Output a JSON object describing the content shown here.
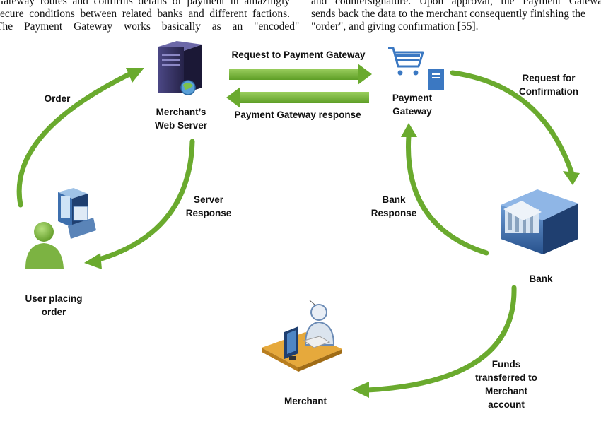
{
  "page_text": {
    "left_column": [
      "Gateway routes and confirms details of payment in amazingly",
      "secure conditions between related banks and different factions.",
      "The Payment Gateway works basically as an \"encoded\""
    ],
    "right_column": [
      "and countersignature. Upon approval, the Payment Gateway",
      "sends back the data to the merchant consequently finishing the",
      "\"order\", and giving confirmation [55]."
    ]
  },
  "diagram": {
    "nodes": {
      "web_server": [
        "Merchant’s",
        "Web Server"
      ],
      "payment_gateway": [
        "Payment",
        "Gateway"
      ],
      "bank": "Bank",
      "user": [
        "User placing",
        "order"
      ],
      "merchant": "Merchant"
    },
    "edges": {
      "request_gateway": "Request to Payment Gateway",
      "gateway_response": "Payment Gateway response",
      "order": "Order",
      "server_response": [
        "Server",
        "Response"
      ],
      "request_confirmation": [
        "Request for",
        "Confirmation"
      ],
      "bank_response": [
        "Bank",
        "Response"
      ],
      "funds": [
        "Funds",
        "transferred to",
        "Merchant",
        "account"
      ]
    },
    "colors": {
      "arrow": "#6aaa2e",
      "arrow_light": "#9ccf5f",
      "server": "#3e3a70",
      "bank": "#3d6fae",
      "person": "#7cb342"
    }
  }
}
